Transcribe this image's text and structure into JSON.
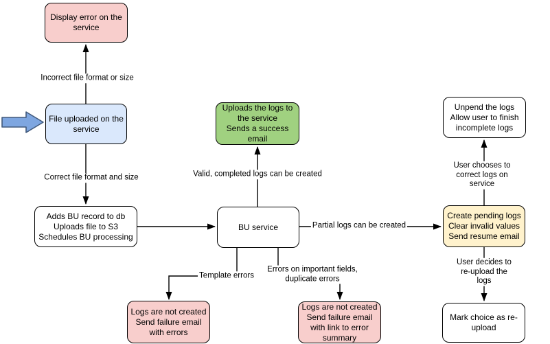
{
  "diagram": {
    "nodes": {
      "display_error": "Display error on the\nservice",
      "file_uploaded": "File uploaded on the\nservice",
      "adds_bu_record": "Adds BU record to db\nUploads file to S3\nSchedules BU processing",
      "uploads_logs_success": "Uploads the logs to\nthe service\nSends a success\nemail",
      "bu_service": "BU service",
      "logs_not_created_errors": "Logs are not created\nSend failure email\nwith errors",
      "logs_not_created_summary": "Logs are not created\nSend failure email\nwith link to error\nsummary",
      "unpend_logs": "Unpend the logs\nAllow user to finish\nincomplete logs",
      "create_pending_logs": "Create pending logs\nClear invalid values\nSend resume email",
      "mark_reupload": "Mark choice as re-\nupload"
    },
    "edge_labels": {
      "incorrect_file": "Incorrect file format or size",
      "correct_file": "Correct file format and size",
      "valid_logs": "Valid, completed logs can be created",
      "partial_logs": "Partial logs can be created",
      "template_errors": "Template errors",
      "important_field_errors": "Errors on important fields,\nduplicate errors",
      "user_corrects_on_service": "User chooses to correct logs on service",
      "user_reuploads": "User decides to re-upload the logs"
    },
    "colors": {
      "node_pink": "#f8cecc",
      "node_blue": "#dae8fc",
      "node_green": "#a0d180",
      "node_yellow": "#fff2cc",
      "node_white": "#ffffff",
      "stroke": "#000000",
      "input_arrow_fill": "#7ea6e0",
      "input_arrow_stroke": "#41597b",
      "background": "#ffffff"
    }
  }
}
